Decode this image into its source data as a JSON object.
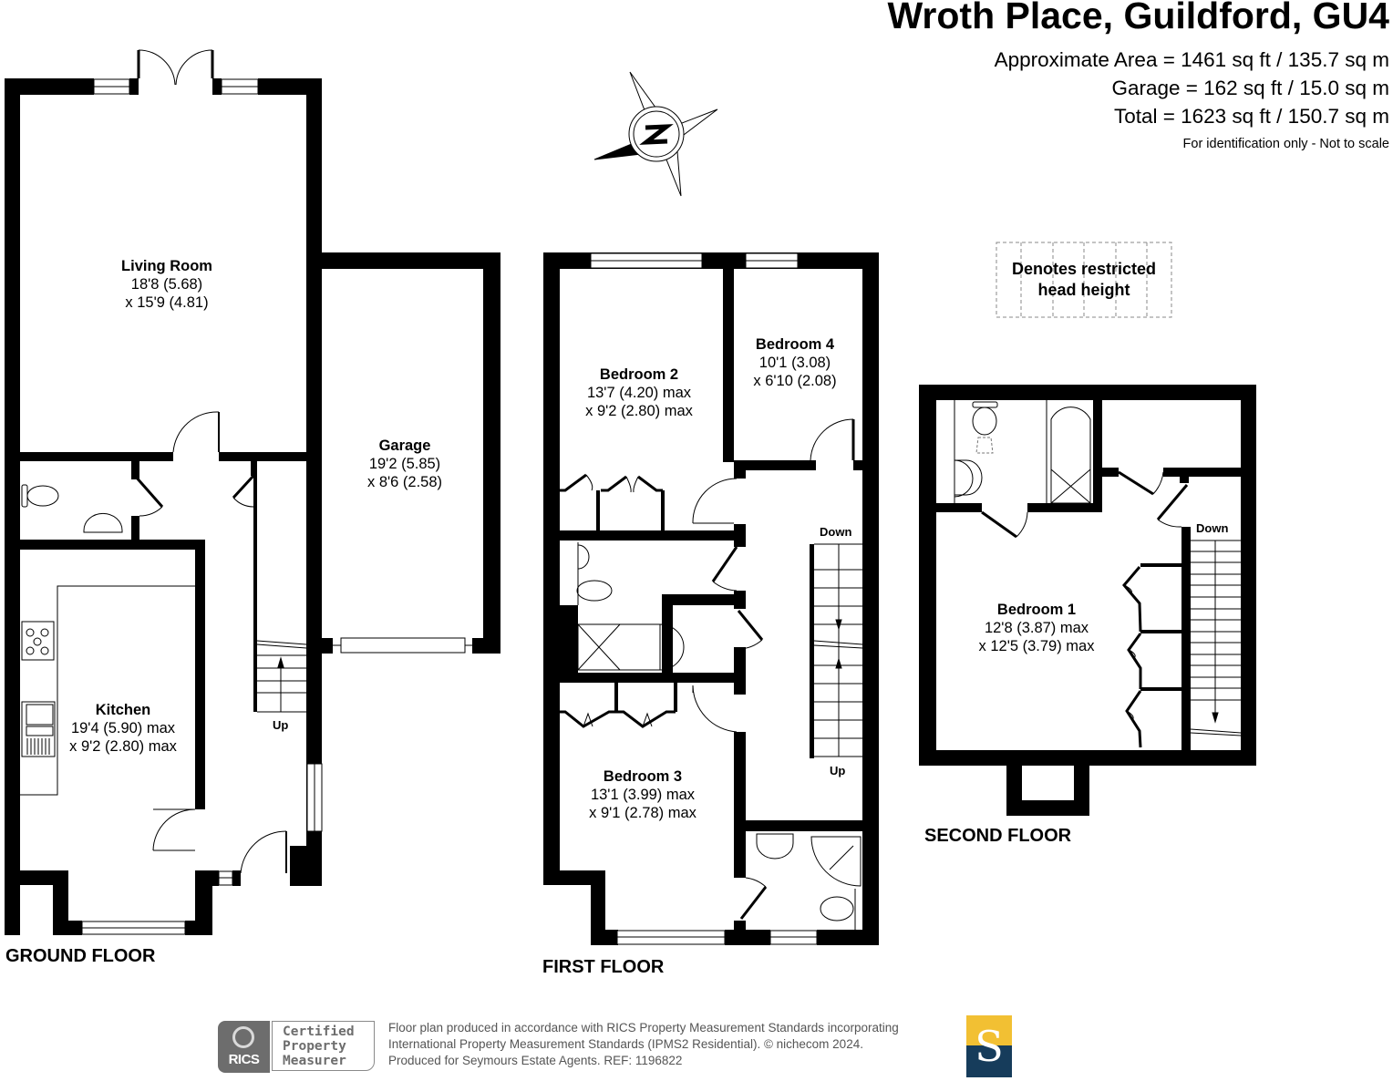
{
  "header": {
    "title": "Wroth Place, Guildford, GU4",
    "areas": [
      "Approximate Area = 1461 sq ft / 135.7 sq m",
      "Garage = 162 sq ft / 15.0 sq m",
      "Total = 1623 sq ft / 150.7 sq m"
    ],
    "note": "For identification only - Not to scale"
  },
  "compass": {
    "icon": "north-compass-icon",
    "letter": "N"
  },
  "legend": {
    "label_line1": "Denotes restricted",
    "label_line2": "head height"
  },
  "floors": {
    "ground": {
      "label": "GROUND FLOOR",
      "rooms": [
        {
          "name": "Living Room",
          "dim1": "18'8 (5.68)",
          "dim2": "x 15'9 (4.81)"
        },
        {
          "name": "Garage",
          "dim1": "19'2 (5.85)",
          "dim2": "x 8'6 (2.58)"
        },
        {
          "name": "Kitchen",
          "dim1": "19'4 (5.90) max",
          "dim2": "x 9'2 (2.80) max"
        }
      ],
      "stairs": "Up"
    },
    "first": {
      "label": "FIRST FLOOR",
      "rooms": [
        {
          "name": "Bedroom 2",
          "dim1": "13'7 (4.20) max",
          "dim2": "x 9'2 (2.80) max"
        },
        {
          "name": "Bedroom 4",
          "dim1": "10'1 (3.08)",
          "dim2": "x 6'10 (2.08)"
        },
        {
          "name": "Bedroom 3",
          "dim1": "13'1 (3.99) max",
          "dim2": "x 9'1 (2.78) max"
        }
      ],
      "stairs_down": "Down",
      "stairs_up": "Up"
    },
    "second": {
      "label": "SECOND FLOOR",
      "rooms": [
        {
          "name": "Bedroom 1",
          "dim1": "12'8 (3.87) max",
          "dim2": "x 12'5 (3.79) max"
        }
      ],
      "stairs_down": "Down"
    }
  },
  "footer": {
    "line1": "Floor plan produced in accordance with RICS Property Measurement Standards incorporating",
    "line2": "International Property Measurement Standards (IPMS2 Residential).   © nichecom 2024.",
    "line3": "Produced for Seymours Estate Agents.   REF:  1196822",
    "rics_badge": {
      "brand": "RICS",
      "line1": "Certified",
      "line2": "Property",
      "line3": "Measurer"
    },
    "agent_logo": {
      "letter": "S",
      "color_top": "#f2c033",
      "color_bottom": "#163c5b"
    }
  }
}
